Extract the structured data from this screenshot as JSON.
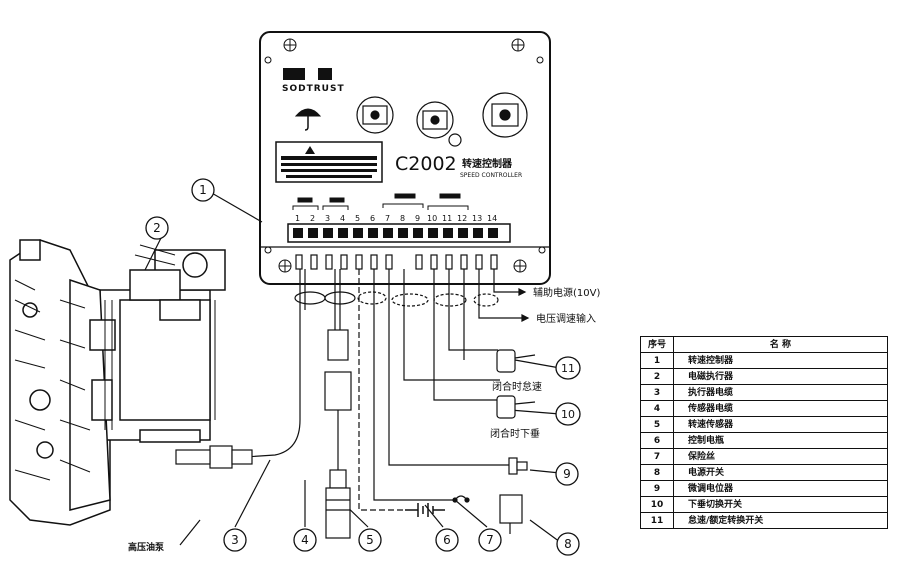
{
  "controller": {
    "brand": "SODTRUST",
    "model": "C2002",
    "name_cn": "转速控制器",
    "name_en": "SPEED CONTROLLER",
    "terminals": [
      "1",
      "2",
      "3",
      "4",
      "5",
      "6",
      "7",
      "8",
      "9",
      "10",
      "11",
      "12",
      "13",
      "14"
    ]
  },
  "annotations": {
    "aux_power": "辅助电源(10V)",
    "voltage_input": "电压调速输入",
    "close_idle": "闭合时怠速",
    "close_droop": "闭合时下垂",
    "pump_label": "高压油泵"
  },
  "callouts": [
    "1",
    "2",
    "3",
    "4",
    "5",
    "6",
    "7",
    "8",
    "9",
    "10",
    "11"
  ],
  "table": {
    "headers": [
      "序号",
      "名    称"
    ],
    "rows": [
      {
        "no": "1",
        "name": "转速控制器"
      },
      {
        "no": "2",
        "name": "电磁执行器"
      },
      {
        "no": "3",
        "name": "执行器电缆"
      },
      {
        "no": "4",
        "name": "传感器电缆"
      },
      {
        "no": "5",
        "name": "转速传感器"
      },
      {
        "no": "6",
        "name": "控制电瓶"
      },
      {
        "no": "7",
        "name": "保险丝"
      },
      {
        "no": "8",
        "name": "电源开关"
      },
      {
        "no": "9",
        "name": "微调电位器"
      },
      {
        "no": "10",
        "name": "下垂切换开关"
      },
      {
        "no": "11",
        "name": "怠速/额定转换开关"
      }
    ]
  }
}
